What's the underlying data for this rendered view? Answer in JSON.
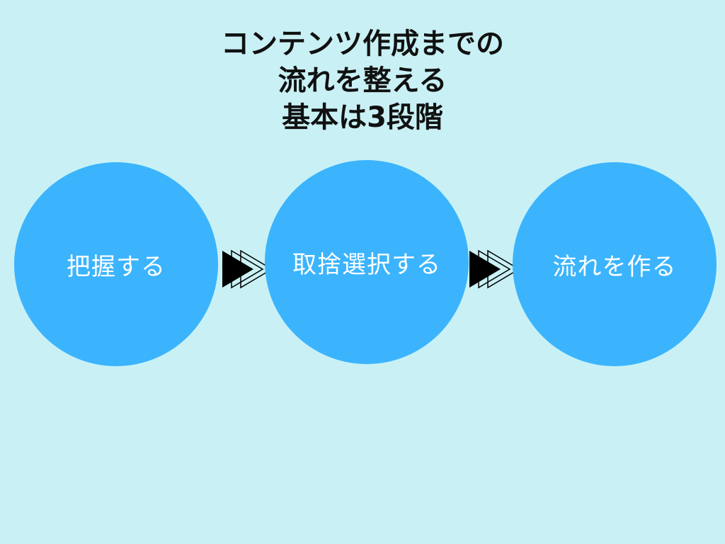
{
  "title": {
    "lines": [
      "コンテンツ作成までの",
      "流れを整える",
      "基本は3段階"
    ]
  },
  "steps": [
    {
      "label": "把握する"
    },
    {
      "label": "取捨選択する"
    },
    {
      "label": "流れを作る"
    }
  ],
  "colors": {
    "background": "#c9f1f5",
    "circle": "#3bb4fd",
    "title_text": "#111111",
    "circle_text": "#ffffff",
    "arrow_fill": "#000000"
  },
  "icons": {
    "connector": "triple-chevron-arrow-icon"
  }
}
